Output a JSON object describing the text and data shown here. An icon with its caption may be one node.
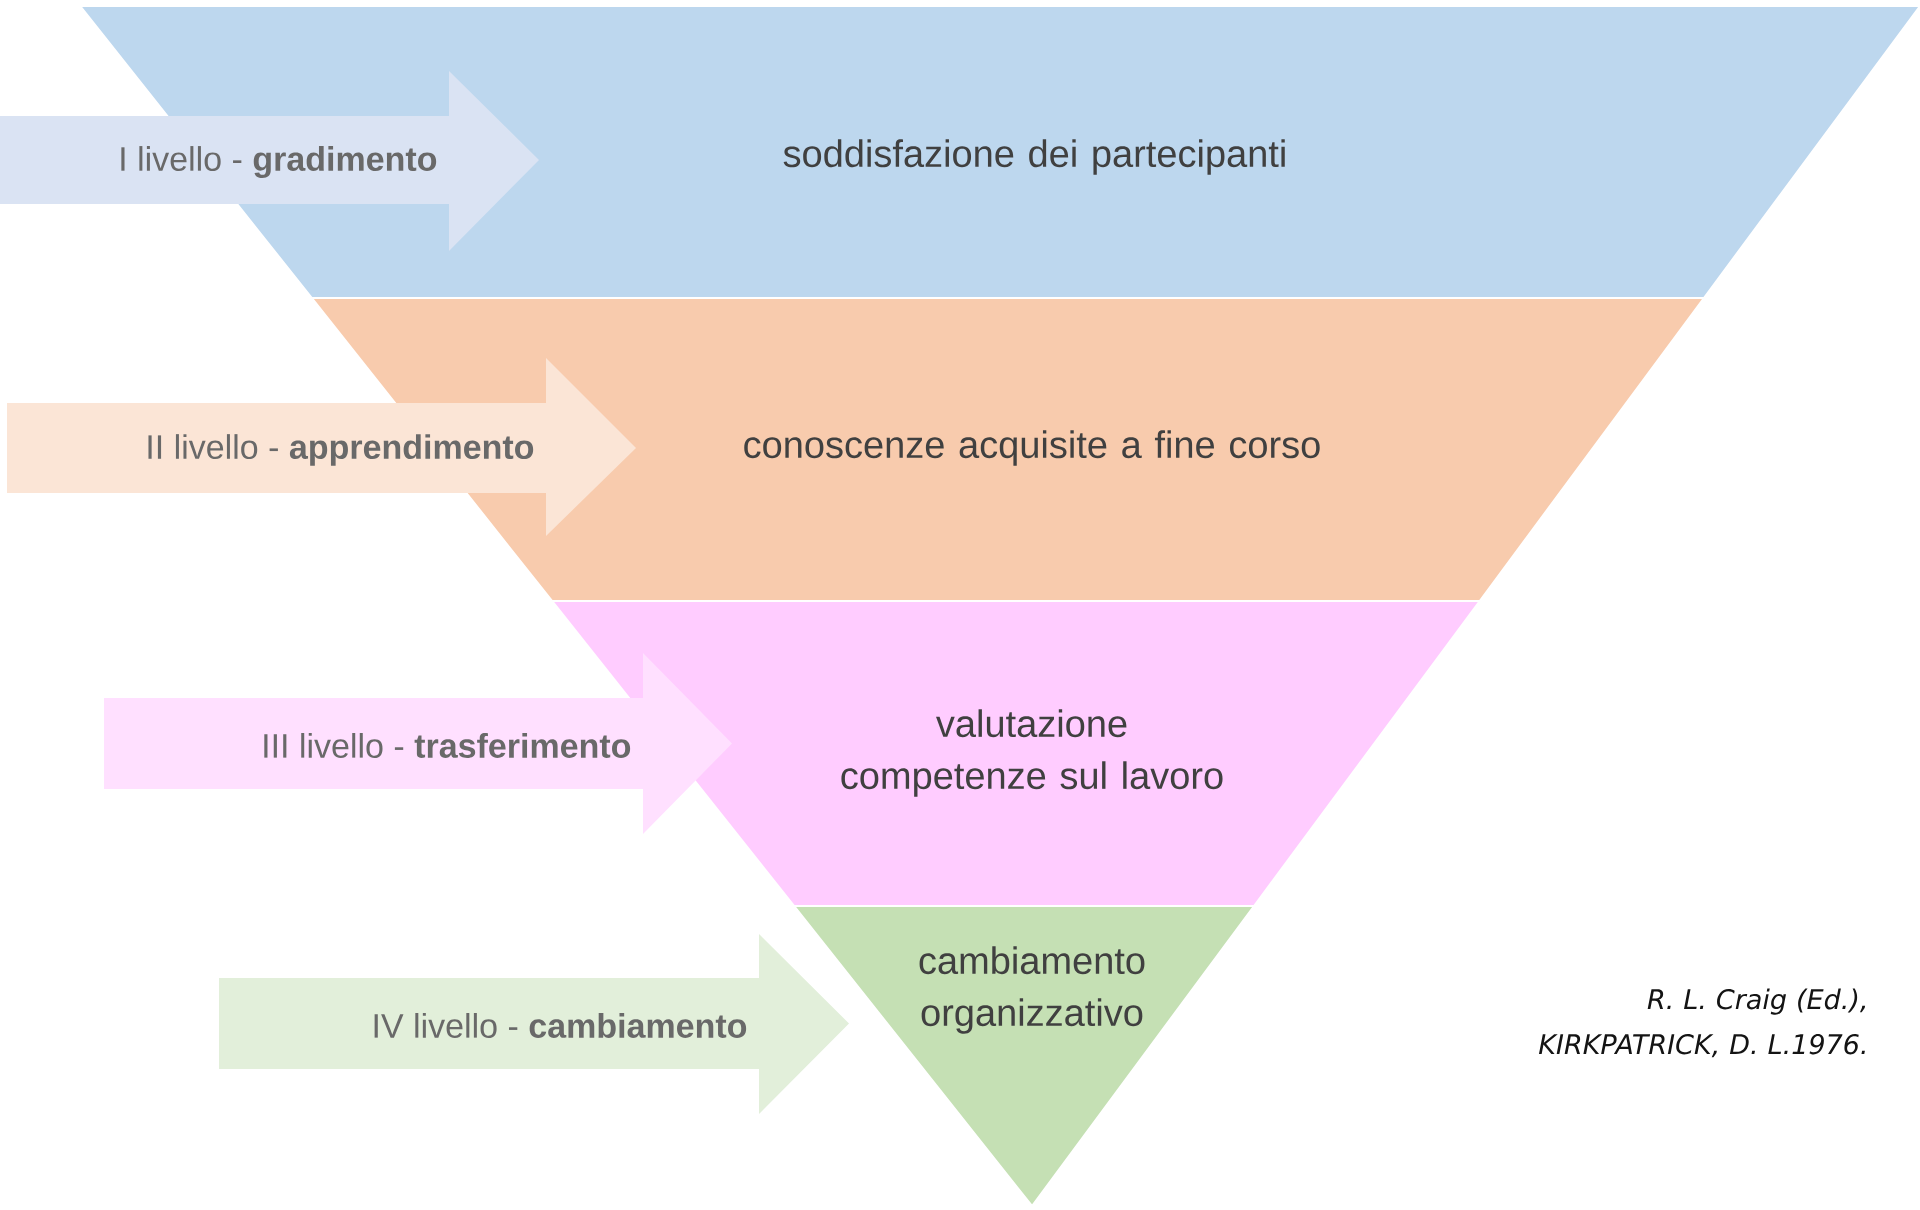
{
  "diagram": {
    "nodes": [
      {
        "text": [
          "soddisfazione dei partecipanti"
        ]
      },
      {
        "text": [
          "conoscenze acquisite a fine corso"
        ]
      },
      {
        "text": [
          "valutazione competenze sul lavoro"
        ]
      },
      {
        "text": [
          "cambiamento organizzativo"
        ]
      },
      {
        "text": [
          "I livello - **gradimento**"
        ]
      },
      {
        "text": [
          "II livello - **apprendimento**"
        ]
      },
      {
        "text": [
          "III livello - **trasferimento**"
        ]
      },
      {
        "text": [
          "IV livello - **cambiamento**"
        ]
      }
    ],
    "labels": [
      "R. L. Craig (Ed.), KIRKPATRICK, D. L.1976."
    ]
  }
}
